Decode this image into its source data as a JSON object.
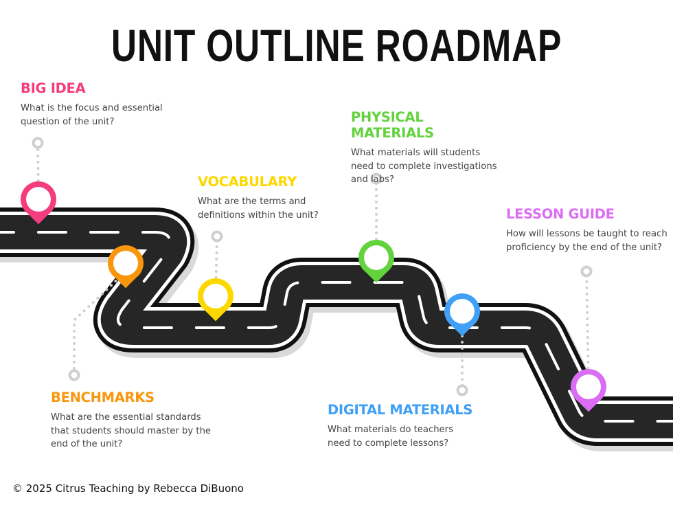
{
  "title": "UNIT OUTLINE ROADMAP",
  "stages": [
    {
      "id": "big-idea",
      "heading": "BIG IDEA",
      "text": "What is the focus and essential question of the unit?",
      "color": "#f43d7e"
    },
    {
      "id": "benchmarks",
      "heading": "BENCHMARKS",
      "text": "What are the essential standards that students should master by the end of the unit?",
      "color": "#f9960c"
    },
    {
      "id": "vocabulary",
      "heading": "VOCABULARY",
      "text": "What are the terms and definitions within the unit?",
      "color": "#fcd800"
    },
    {
      "id": "physical-materials",
      "heading": "PHYSICAL MATERIALS",
      "text": "What materials will students need to complete investigations and labs?",
      "color": "#62d33c"
    },
    {
      "id": "digital-materials",
      "heading": "DIGITAL MATERIALS",
      "text": "What materials do teachers need to complete lessons?",
      "color": "#3fa0f5"
    },
    {
      "id": "lesson-guide",
      "heading": "LESSON GUIDE",
      "text": "How will lessons be taught to reach proficiency by the end of the unit?",
      "color": "#db6df5"
    }
  ],
  "footer": "© 2025 Citrus Teaching by Rebecca DiBuono"
}
